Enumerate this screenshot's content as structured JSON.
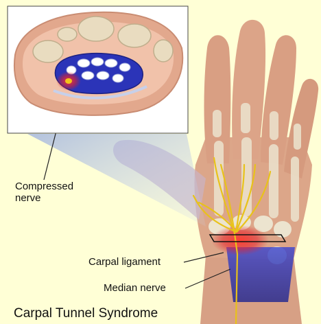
{
  "title": "Carpal Tunnel Syndrome",
  "labels": {
    "compressed_line1": "Compressed",
    "compressed_line2": "nerve",
    "carpal_ligament": "Carpal ligament",
    "median_nerve": "Median nerve"
  },
  "colors": {
    "background": "#ffffd6",
    "skin": "#d9a184",
    "bone": "#ece4cf",
    "nerve": "#e8c21a",
    "tunnel": "#2b34b8",
    "inflammation": "#e5202a"
  }
}
